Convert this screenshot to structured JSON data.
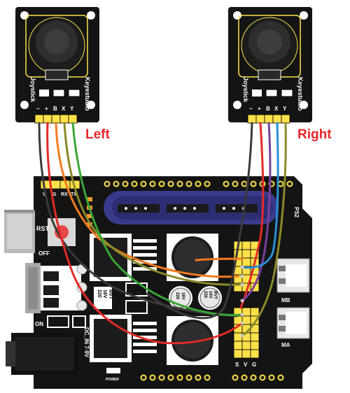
{
  "labels": {
    "left": "Left",
    "right": "Right"
  },
  "joystick_module": {
    "brand": "Keyestudio",
    "name": "Joystick",
    "pins": [
      "−",
      "+",
      "B",
      "X",
      "Y"
    ]
  },
  "shield": {
    "header_pins": [
      "V",
      "G",
      "RX",
      "TX"
    ],
    "rst": "RST",
    "off": "OFF",
    "on": "ON",
    "power": "POWER",
    "dc_in": "DC_IN 7-9V",
    "ps2": "PS2",
    "mb": "MB",
    "ma": "MA",
    "svg": [
      "S",
      "V",
      "G"
    ],
    "cap_left": [
      "220",
      "16V",
      "RVT"
    ],
    "cap_right": [
      "220",
      "16V",
      "RVT"
    ],
    "cap_mid": [
      "220",
      "16V"
    ]
  },
  "colors": {
    "board": "#141414",
    "accent_yellow": "#ffe14a",
    "wire_black": "#3a3a3a",
    "wire_red": "#e32a27",
    "wire_orange": "#f47a20",
    "wire_purple": "#7a3f9d",
    "wire_blue": "#2a8fd6",
    "wire_green": "#3aa635",
    "wire_olive": "#8a8a2a",
    "label_red": "#e8262b"
  }
}
